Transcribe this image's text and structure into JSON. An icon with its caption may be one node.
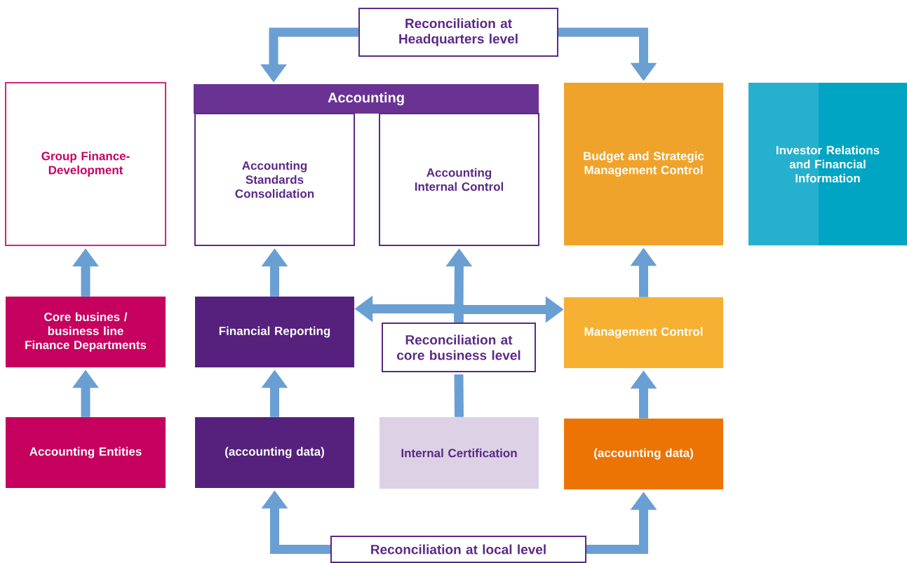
{
  "diagram": {
    "nodes": [
      {
        "text": [
          "Reconciliation at Headquarters level"
        ]
      },
      {
        "text": [
          "Accounting"
        ]
      },
      {
        "text": [
          "Accounting Standards Consolidation"
        ]
      },
      {
        "text": [
          "Accounting Internal Control"
        ]
      },
      {
        "text": [
          "Group Finance-Development"
        ]
      },
      {
        "text": [
          "Budget and Strategic Management Control"
        ]
      },
      {
        "text": [
          "Investor Relations and Financial Information"
        ]
      },
      {
        "text": [
          "Core busines / business line Finance Departments"
        ]
      },
      {
        "text": [
          "Financial Reporting"
        ]
      },
      {
        "text": [
          "Reconciliation at core business level"
        ]
      },
      {
        "text": [
          "Management Control"
        ]
      },
      {
        "text": [
          "Accounting Entities"
        ]
      },
      {
        "text": [
          "(accounting data)"
        ]
      },
      {
        "text": [
          "Internal Certification"
        ]
      },
      {
        "text": [
          "(accounting data)"
        ]
      },
      {
        "text": [
          "Reconciliation at local level"
        ]
      }
    ],
    "edges": [
      {
        "from": 0,
        "to": 1,
        "arrow": "to"
      },
      {
        "from": 0,
        "to": 5,
        "arrow": "to"
      },
      {
        "from": 11,
        "to": 7,
        "arrow": "to"
      },
      {
        "from": 7,
        "to": 4,
        "arrow": "to"
      },
      {
        "from": 12,
        "to": 8,
        "arrow": "to"
      },
      {
        "from": 8,
        "to": 2,
        "arrow": "to"
      },
      {
        "from": 14,
        "to": 10,
        "arrow": "to"
      },
      {
        "from": 10,
        "to": 5,
        "arrow": "to"
      },
      {
        "from": 13,
        "to": 9,
        "arrow": "none"
      },
      {
        "from": 9,
        "to": 3,
        "arrow": "to"
      },
      {
        "from": 9,
        "to": 8,
        "arrow": "to"
      },
      {
        "from": 9,
        "to": 10,
        "arrow": "to"
      },
      {
        "from": 15,
        "to": 12,
        "arrow": "to"
      },
      {
        "from": 15,
        "to": 14,
        "arrow": "to"
      }
    ]
  }
}
